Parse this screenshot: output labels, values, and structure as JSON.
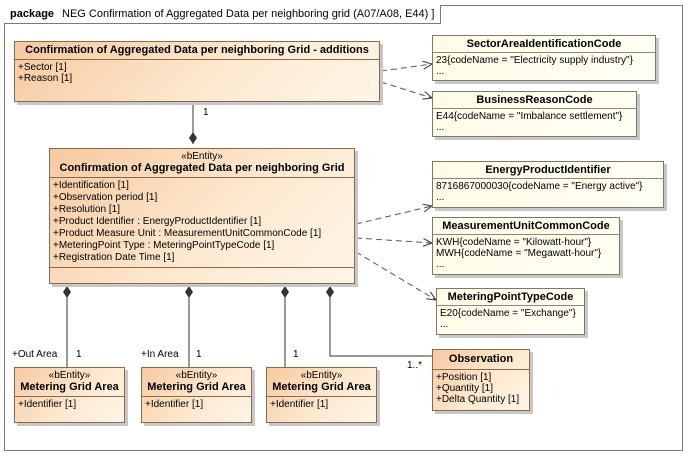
{
  "package": {
    "keyword": "package",
    "title": "NEG Confirmation of Aggregated Data per neighboring grid (A07/A08, E44)"
  },
  "additions": {
    "name": "Confirmation of Aggregated Data per neighboring Grid - additions",
    "attributes": [
      "+Sector [1]",
      "+Reason [1]"
    ]
  },
  "main": {
    "stereotype": "«bEntity»",
    "name": "Confirmation of Aggregated Data per neighboring Grid",
    "attributes": [
      "+Identification [1]",
      "+Observation period [1]",
      "+Resolution [1]",
      "+Product Identifier : EnergyProductIdentifier [1]",
      "+Product Measure Unit : MeasurementUnitCommonCode [1]",
      "+MeteringPoint Type : MeteringPointTypeCode [1]",
      "+Registration Date Time [1]"
    ]
  },
  "codes": [
    {
      "name": "SectorAreaIdentificationCode",
      "values": [
        "23{codeName = \"Electricity supply industry\"}",
        "..."
      ]
    },
    {
      "name": "BusinessReasonCode",
      "values": [
        "E44{codeName = \"Imbalance settlement\"}",
        "..."
      ]
    },
    {
      "name": "EnergyProductIdentifier",
      "values": [
        "8716867000030{codeName = \"Energy active\"}",
        "..."
      ]
    },
    {
      "name": "MeasurementUnitCommonCode",
      "values": [
        "KWH{codeName = \"Kilowatt-hour\"}",
        "MWH{codeName = \"Megawatt-hour\"}",
        "..."
      ]
    },
    {
      "name": "MeteringPointTypeCode",
      "values": [
        "E20{codeName = \"Exchange\"}",
        "..."
      ]
    }
  ],
  "grids": [
    {
      "stereotype": "«bEntity»",
      "name": "Metering Grid Area",
      "attribute": "+Identifier [1]",
      "role": "+Out Area",
      "mult": "1"
    },
    {
      "stereotype": "«bEntity»",
      "name": "Metering Grid Area",
      "attribute": "+Identifier [1]",
      "role": "+In Area",
      "mult": "1"
    },
    {
      "stereotype": "«bEntity»",
      "name": "Metering Grid Area",
      "attribute": "+Identifier [1]",
      "role": "",
      "mult": "1"
    }
  ],
  "observation": {
    "name": "Observation",
    "attributes": [
      "+Position [1]",
      "+Quantity [1]",
      "+Delta Quantity [1]"
    ],
    "mult": "1..*"
  },
  "additions_link_mult": "1"
}
